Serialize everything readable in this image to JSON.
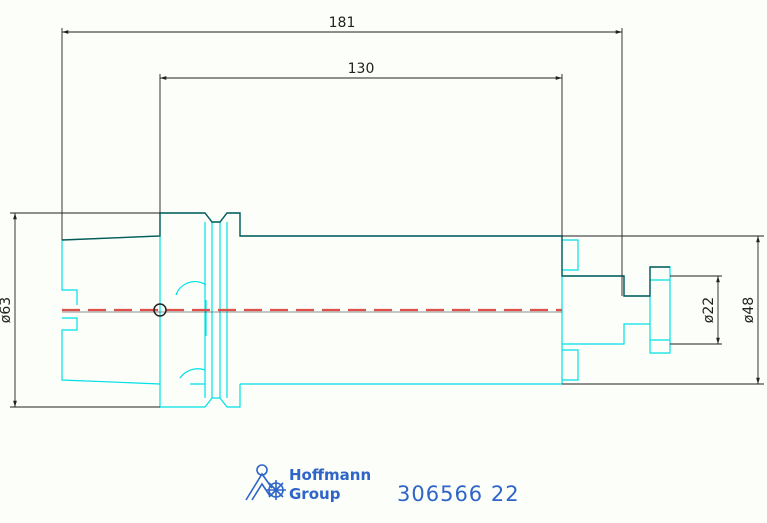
{
  "drawing": {
    "dimensions": {
      "overall_length": "181",
      "gauge_length": "130",
      "flange_diameter": "ø63",
      "shank_diameter": "ø48",
      "bore_diameter": "ø22"
    },
    "brand": {
      "line1": "Hoffmann",
      "line2": "Group",
      "logo_icon": "hoffmann-logo-icon"
    },
    "part_number": "306566  22",
    "colors": {
      "outline": "#00e0e6",
      "profile": "#0a5a5a",
      "dimension": "#222222",
      "centerline": "#e0504a",
      "brand": "#2f64c8",
      "background": "#fbfef9"
    }
  }
}
